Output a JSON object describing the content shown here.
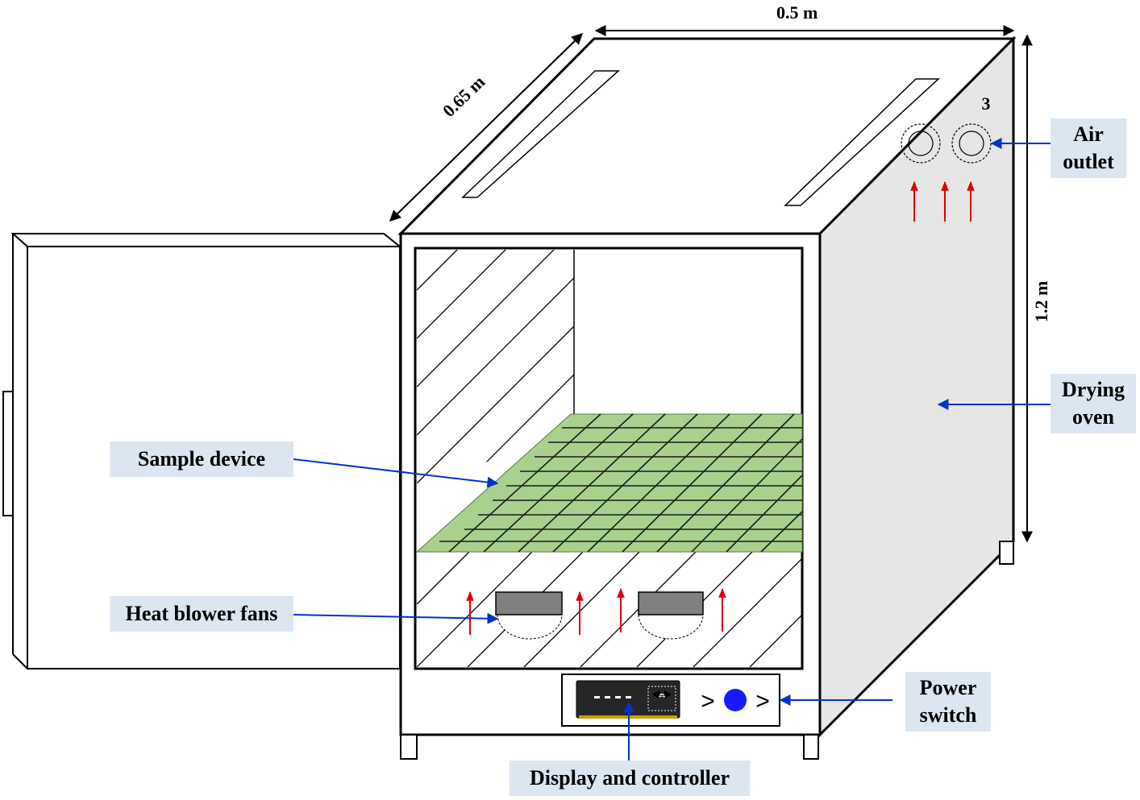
{
  "dimensions": {
    "width": "0.5 m",
    "depth": "0.65 m",
    "height": "1.2 m"
  },
  "outlet_number": "3",
  "labels": {
    "air_outlet": [
      "Air",
      "outlet"
    ],
    "drying_oven": [
      "Drying",
      "oven"
    ],
    "sample_device": "Sample device",
    "heat_blower_fans": "Heat blower fans",
    "power_switch": [
      "Power",
      "switch"
    ],
    "display_controller": "Display and controller"
  },
  "colors": {
    "label_bg": "#dce6f1",
    "callout_arrow": "#0033cc",
    "airflow_arrow": "#e00000",
    "tray": "#a9d18e",
    "side_panel": "#e6e6e6",
    "power_button": "#1a1aff"
  }
}
